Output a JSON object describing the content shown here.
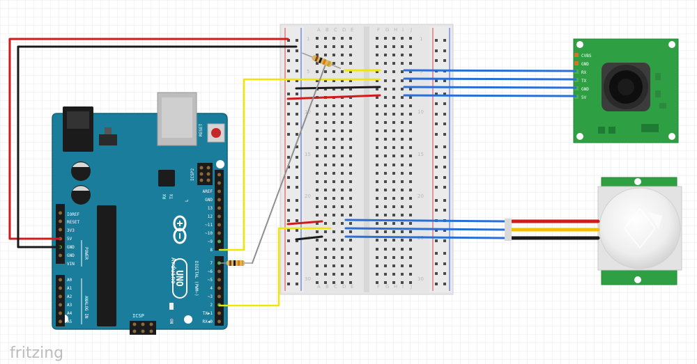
{
  "app": {
    "brand": "fritzing"
  },
  "arduino": {
    "model_logo": "UNO",
    "name": "Arduino",
    "reset_label": "RESET",
    "icsp2_label": "ICSP2",
    "icsp_label": "ICSP",
    "tx_label": "TX",
    "rx_label": "RX",
    "l_label": "L",
    "on_label": "ON",
    "power_label": "POWER",
    "analog_label": "ANALOG IN",
    "digital_label": "DIGITAL (PWM~)",
    "power_pins": [
      "IOREF",
      "RESET",
      "3V3",
      "5V",
      "GND",
      "GND",
      "VIN"
    ],
    "analog_pins": [
      "A0",
      "A1",
      "A2",
      "A3",
      "A4",
      "A5"
    ],
    "digital_pins_top": [
      "AREF",
      "GND",
      "13",
      "12",
      "~11",
      "~10",
      "~9",
      "8"
    ],
    "digital_pins_bottom": [
      "7",
      "~6",
      "~5",
      "4",
      "~3",
      "2",
      "TX▶1",
      "RX◀0"
    ]
  },
  "breadboard": {
    "columns_left": [
      "A",
      "B",
      "C",
      "D",
      "E"
    ],
    "columns_right": [
      "F",
      "G",
      "H",
      "I",
      "J"
    ],
    "row_numbers": [
      "1",
      "5",
      "10",
      "15",
      "20",
      "25",
      "30"
    ]
  },
  "camera_module": {
    "pins": [
      "CVBS",
      "GND",
      "RX",
      "TX",
      "GND",
      "5V"
    ]
  },
  "colors": {
    "arduino": "#1a7d9c",
    "sensor_pcb": "#2ea043",
    "wire_red": "#d11b1b",
    "wire_black": "#1a1a1a",
    "wire_yellow": "#f2e600",
    "wire_blue": "#2a6fd6",
    "wire_gray": "#8e8e8e"
  }
}
